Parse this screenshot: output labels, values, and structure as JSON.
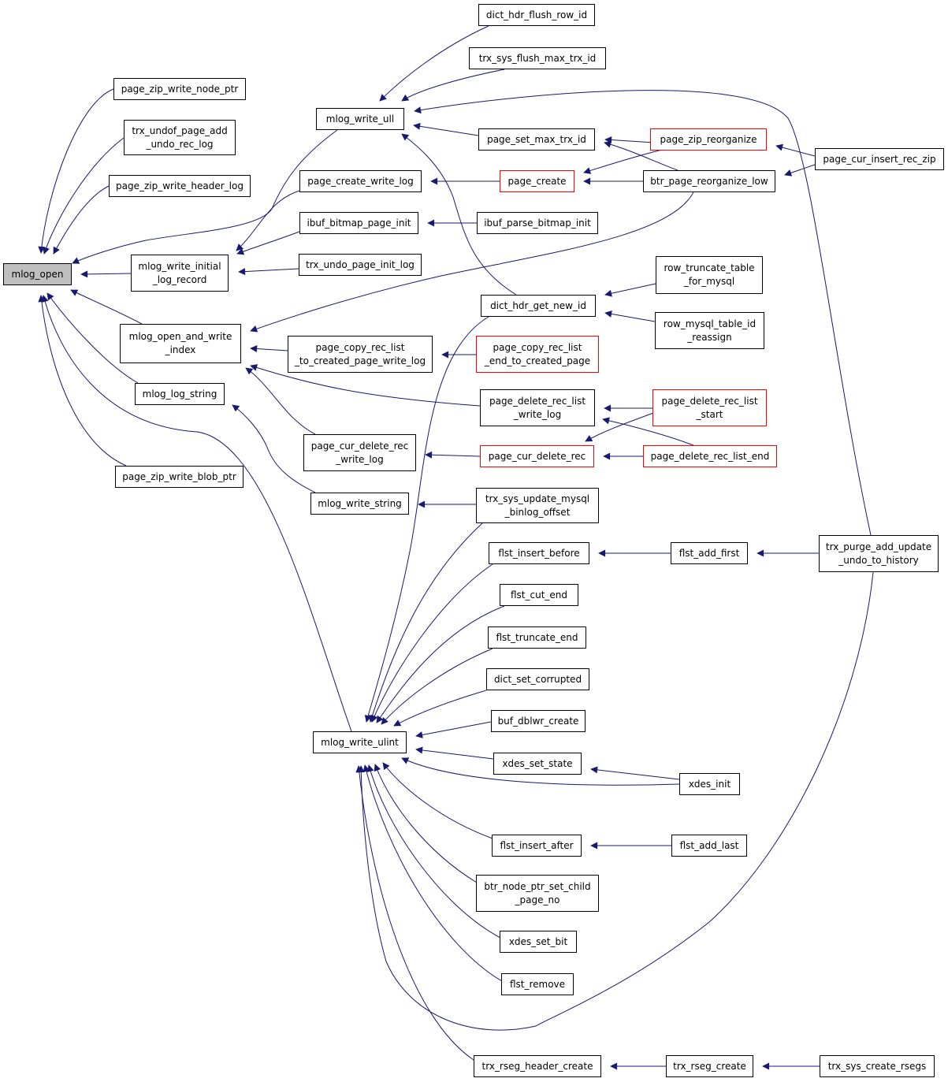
{
  "colors": {
    "edge": "#191970",
    "border_default": "#000000",
    "border_incomplete": "#ff0000",
    "root_fill": "#bfbfbf"
  },
  "nodes": [
    {
      "id": "n0",
      "label": "mlog_open",
      "root": true
    },
    {
      "id": "n1",
      "label": "page_zip_write_node_ptr"
    },
    {
      "id": "n2",
      "label": "trx_undof_page_add\n_undo_rec_log"
    },
    {
      "id": "n3",
      "label": "page_zip_write_header_log"
    },
    {
      "id": "n4",
      "label": "mlog_write_initial\n_log_record"
    },
    {
      "id": "n5",
      "label": "mlog_open_and_write\n_index"
    },
    {
      "id": "n6",
      "label": "mlog_log_string"
    },
    {
      "id": "n7",
      "label": "page_zip_write_blob_ptr"
    },
    {
      "id": "n8",
      "label": "mlog_write_ull"
    },
    {
      "id": "n9",
      "label": "page_create_write_log"
    },
    {
      "id": "n10",
      "label": "ibuf_bitmap_page_init"
    },
    {
      "id": "n11",
      "label": "trx_undo_page_init_log"
    },
    {
      "id": "n12",
      "label": "page_copy_rec_list\n_to_created_page_write_log"
    },
    {
      "id": "n13",
      "label": "page_cur_delete_rec\n_write_log"
    },
    {
      "id": "n14",
      "label": "mlog_write_string"
    },
    {
      "id": "n15",
      "label": "mlog_write_ulint"
    },
    {
      "id": "n16",
      "label": "dict_hdr_flush_row_id"
    },
    {
      "id": "n17",
      "label": "trx_sys_flush_max_trx_id"
    },
    {
      "id": "n18",
      "label": "page_set_max_trx_id"
    },
    {
      "id": "n19",
      "label": "page_create",
      "incomplete": true
    },
    {
      "id": "n20",
      "label": "ibuf_parse_bitmap_init"
    },
    {
      "id": "n21",
      "label": "dict_hdr_get_new_id"
    },
    {
      "id": "n22",
      "label": "page_copy_rec_list\n_end_to_created_page",
      "incomplete": true
    },
    {
      "id": "n23",
      "label": "page_delete_rec_list\n_write_log"
    },
    {
      "id": "n24",
      "label": "page_cur_delete_rec",
      "incomplete": true
    },
    {
      "id": "n25",
      "label": "trx_sys_update_mysql\n_binlog_offset"
    },
    {
      "id": "n26",
      "label": "flst_insert_before"
    },
    {
      "id": "n27",
      "label": "flst_cut_end"
    },
    {
      "id": "n28",
      "label": "flst_truncate_end"
    },
    {
      "id": "n29",
      "label": "dict_set_corrupted"
    },
    {
      "id": "n30",
      "label": "buf_dblwr_create"
    },
    {
      "id": "n31",
      "label": "xdes_set_state"
    },
    {
      "id": "n32",
      "label": "flst_insert_after"
    },
    {
      "id": "n33",
      "label": "btr_node_ptr_set_child\n_page_no"
    },
    {
      "id": "n34",
      "label": "xdes_set_bit"
    },
    {
      "id": "n35",
      "label": "flst_remove"
    },
    {
      "id": "n36",
      "label": "trx_rseg_header_create"
    },
    {
      "id": "n37",
      "label": "page_zip_reorganize",
      "incomplete": true
    },
    {
      "id": "n38",
      "label": "btr_page_reorganize_low"
    },
    {
      "id": "n39",
      "label": "row_truncate_table\n_for_mysql"
    },
    {
      "id": "n40",
      "label": "row_mysql_table_id\n_reassign"
    },
    {
      "id": "n41",
      "label": "page_delete_rec_list\n_start",
      "incomplete": true
    },
    {
      "id": "n42",
      "label": "page_delete_rec_list_end",
      "incomplete": true
    },
    {
      "id": "n43",
      "label": "flst_add_first"
    },
    {
      "id": "n44",
      "label": "xdes_init"
    },
    {
      "id": "n45",
      "label": "flst_add_last"
    },
    {
      "id": "n46",
      "label": "trx_rseg_create"
    },
    {
      "id": "n47",
      "label": "page_cur_insert_rec_zip"
    },
    {
      "id": "n48",
      "label": "trx_purge_add_update\n_undo_to_history"
    },
    {
      "id": "n49",
      "label": "trx_sys_create_rsegs"
    }
  ],
  "edges": [
    [
      "n1",
      "n0"
    ],
    [
      "n2",
      "n0"
    ],
    [
      "n3",
      "n0"
    ],
    [
      "n4",
      "n0"
    ],
    [
      "n5",
      "n0"
    ],
    [
      "n6",
      "n0"
    ],
    [
      "n7",
      "n0"
    ],
    [
      "n8",
      "n0"
    ],
    [
      "n15",
      "n0"
    ],
    [
      "n9",
      "n4"
    ],
    [
      "n10",
      "n4"
    ],
    [
      "n11",
      "n4"
    ],
    [
      "n12",
      "n5"
    ],
    [
      "n13",
      "n5"
    ],
    [
      "n23",
      "n5"
    ],
    [
      "n38",
      "n5"
    ],
    [
      "n14",
      "n6"
    ],
    [
      "n16",
      "n8"
    ],
    [
      "n17",
      "n8"
    ],
    [
      "n18",
      "n8"
    ],
    [
      "n21",
      "n8"
    ],
    [
      "n48",
      "n8"
    ],
    [
      "n19",
      "n9"
    ],
    [
      "n20",
      "n10"
    ],
    [
      "n22",
      "n12"
    ],
    [
      "n24",
      "n13"
    ],
    [
      "n25",
      "n14"
    ],
    [
      "n21",
      "n15"
    ],
    [
      "n25",
      "n15"
    ],
    [
      "n26",
      "n15"
    ],
    [
      "n27",
      "n15"
    ],
    [
      "n28",
      "n15"
    ],
    [
      "n29",
      "n15"
    ],
    [
      "n30",
      "n15"
    ],
    [
      "n31",
      "n15"
    ],
    [
      "n44",
      "n15"
    ],
    [
      "n32",
      "n15"
    ],
    [
      "n33",
      "n15"
    ],
    [
      "n34",
      "n15"
    ],
    [
      "n35",
      "n15"
    ],
    [
      "n36",
      "n15"
    ],
    [
      "n48",
      "n15"
    ],
    [
      "n37",
      "n18"
    ],
    [
      "n38",
      "n18"
    ],
    [
      "n37",
      "n19"
    ],
    [
      "n38",
      "n19"
    ],
    [
      "n39",
      "n21"
    ],
    [
      "n40",
      "n21"
    ],
    [
      "n41",
      "n23"
    ],
    [
      "n42",
      "n23"
    ],
    [
      "n41",
      "n24"
    ],
    [
      "n42",
      "n24"
    ],
    [
      "n43",
      "n26"
    ],
    [
      "n44",
      "n31"
    ],
    [
      "n45",
      "n32"
    ],
    [
      "n46",
      "n36"
    ],
    [
      "n47",
      "n37"
    ],
    [
      "n47",
      "n38"
    ],
    [
      "n48",
      "n43"
    ],
    [
      "n49",
      "n46"
    ]
  ]
}
